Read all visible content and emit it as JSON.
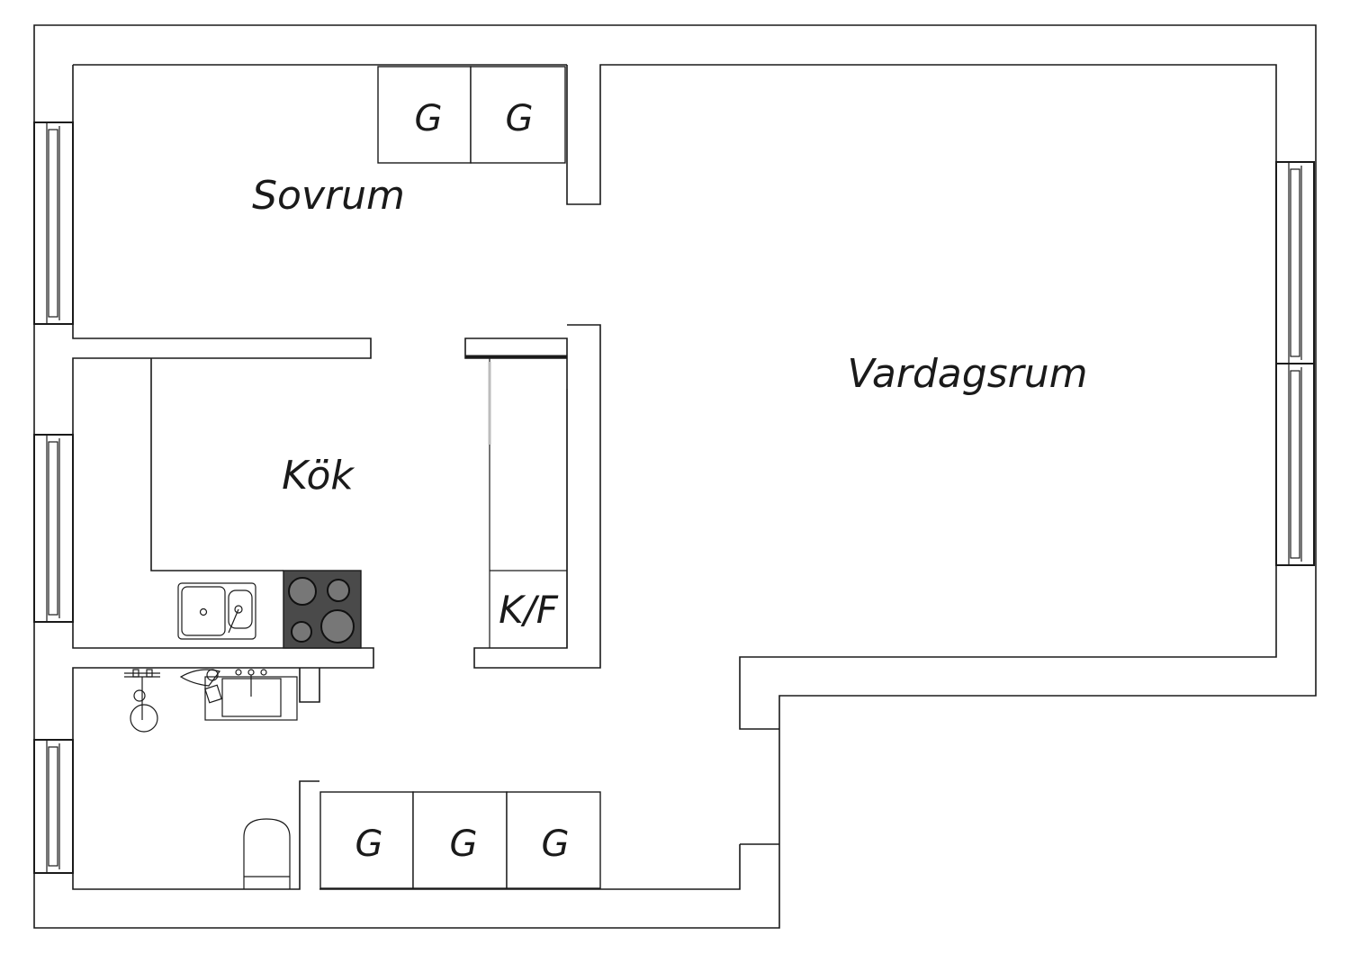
{
  "rooms": {
    "bedroom": "Sovrum",
    "living_room": "Vardagsrum",
    "kitchen": "Kök",
    "fridge_freezer": "K/F"
  },
  "closets": {
    "bedroom": [
      "G",
      "G"
    ],
    "hall": [
      "G",
      "G",
      "G"
    ]
  },
  "colors": {
    "line": "#1a1a1a",
    "stove": "#4a4a4a",
    "burner": "#777777"
  }
}
